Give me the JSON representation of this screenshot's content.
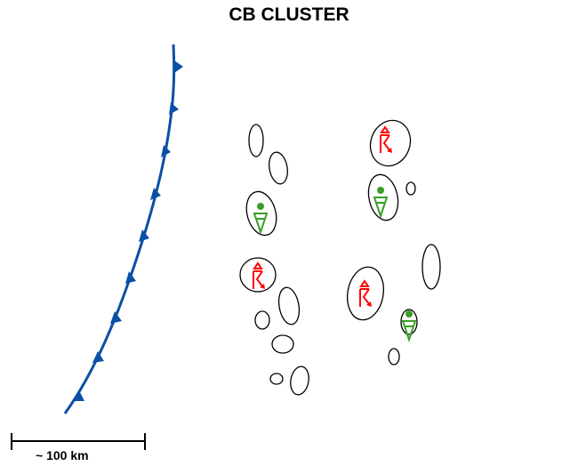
{
  "title": "CB CLUSTER",
  "scale_label": "~ 100 km",
  "colors": {
    "front": "#0b4fa6",
    "thunderstorm_hail": "#ff0000",
    "shower": "#3a9e28",
    "cell_outline": "#000000"
  },
  "legend_symbols": [
    "cold-front",
    "thunderstorm-with-hail",
    "rain-shower"
  ]
}
